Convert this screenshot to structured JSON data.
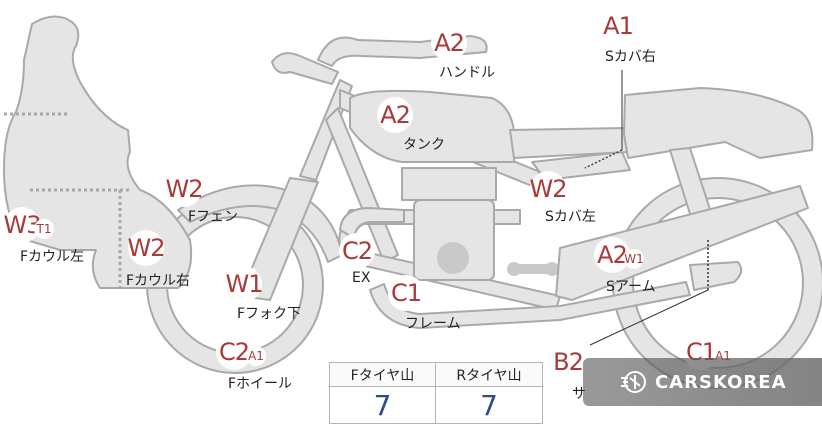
{
  "markers": [
    {
      "id": "a2-handle",
      "code": "A2",
      "sub": "",
      "label": "ハンドル"
    },
    {
      "id": "a1-s-cover-right",
      "code": "A1",
      "sub": "",
      "label": "Sカバ右"
    },
    {
      "id": "a2-tank",
      "code": "A2",
      "sub": "",
      "label": "タンク"
    },
    {
      "id": "w2-f-fender",
      "code": "W2",
      "sub": "",
      "label": "Fフェン"
    },
    {
      "id": "w2-s-cover-left",
      "code": "W2",
      "sub": "",
      "label": "Sカバ左"
    },
    {
      "id": "w3-f-cowl-left",
      "code": "W3",
      "sub": "T1",
      "label": "Fカウル左"
    },
    {
      "id": "w2-f-cowl-right",
      "code": "W2",
      "sub": "",
      "label": "Fカウル右"
    },
    {
      "id": "c2-ex",
      "code": "C2",
      "sub": "",
      "label": "EX"
    },
    {
      "id": "a2-s-arm",
      "code": "A2",
      "sub": "W1",
      "label": "Sアーム"
    },
    {
      "id": "w1-f-fork-lower",
      "code": "W1",
      "sub": "",
      "label": "Fフォク下"
    },
    {
      "id": "c1-frame",
      "code": "C1",
      "sub": "",
      "label": "フレーム"
    },
    {
      "id": "c2-f-wheel",
      "code": "C2",
      "sub": "A1",
      "label": "Fホイール"
    },
    {
      "id": "b2-rear",
      "code": "B2",
      "sub": "",
      "label": "サ"
    },
    {
      "id": "c1-r-wheel",
      "code": "C1",
      "sub": "A1",
      "label": ""
    }
  ],
  "tread": {
    "front_header": "Fタイヤ山",
    "rear_header": "Rタイヤ山",
    "front_value": "7",
    "rear_value": "7"
  },
  "watermark": {
    "text": "CARSKOREA",
    "icon": "carskorea-logo-icon"
  },
  "colors": {
    "badge_text": "#a83a3a",
    "tread_value": "#2f4a8f",
    "part_fill": "#e5e5e5",
    "part_stroke": "#a9a9a9"
  }
}
